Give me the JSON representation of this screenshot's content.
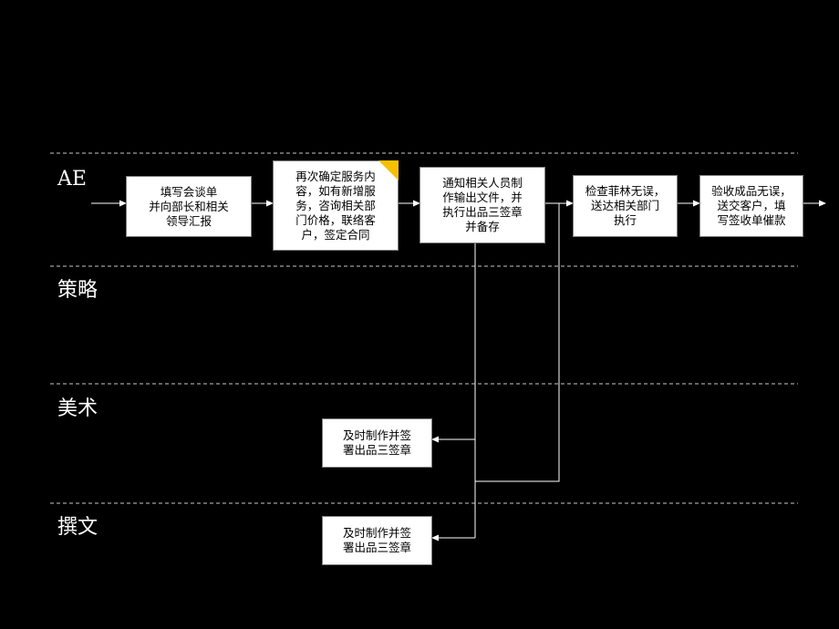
{
  "lanes": {
    "ae": "AE",
    "strategy": "策略",
    "art": "美术",
    "copy": "撰文"
  },
  "steps": {
    "s1": "填写会谈单\n并向部长和相关\n领导汇报",
    "s2": "再次确定服务内\n容，如有新增服\n务，咨询相关部\n门价格，联络客\n户，签定合同",
    "s3": "通知相关人员制\n作输出文件，并\n执行出品三签章\n并备存",
    "s4": "检查菲林无误，\n送达相关部门\n执行",
    "s5": "验收成品无误，\n送交客户，填\n写签收单催款",
    "art_task": "及时制作并签\n署出品三签章",
    "copy_task": "及时制作并签\n署出品三签章"
  },
  "colors": {
    "background": "#000000",
    "line": "#ffffff",
    "box_fill": "#ffffff",
    "fold_accent": "#f5c000"
  }
}
